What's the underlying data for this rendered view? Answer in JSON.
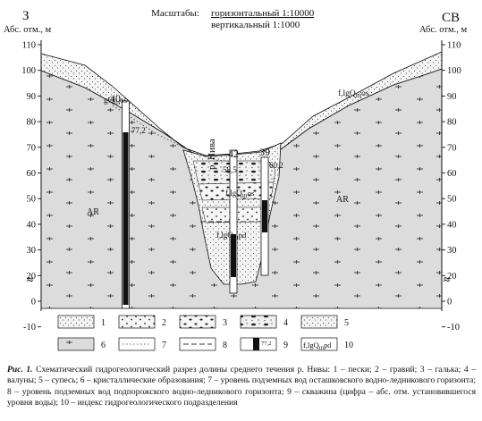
{
  "figure": {
    "scale": {
      "label": "Масштабы:",
      "horizontal": "горизонтальный 1:10000",
      "vertical": "вертикальный 1:1000"
    },
    "left_dir": "З",
    "right_dir": "СВ",
    "axis_title_left": "Абс. отм., м",
    "axis_title_right": "Абс. отм., м",
    "axis_ticks": [
      "110",
      "100",
      "90",
      "80",
      "70",
      "60",
      "50",
      "40",
      "30",
      "20",
      "0",
      "-10"
    ],
    "break_mark": "≈",
    "river": "р. Нива",
    "wells": [
      {
        "id": "40",
        "level": "77,2"
      },
      {
        "id": "42",
        "level": "58,5"
      },
      {
        "id": "39",
        "level": "60,2"
      }
    ],
    "indices": {
      "os_left_a": "gQ",
      "os_left_b": "III",
      "os_left_c": "os",
      "os_right_a": "f,lgQ",
      "os_right_b": "III",
      "os_right_c": "os",
      "os_center_a": "f,lgQ",
      "os_center_b": "III",
      "os_center_c": "os",
      "pd_a": "f,lgQ",
      "pd_b": "III",
      "pd_c": "pd",
      "bedrock_left": "AR",
      "bedrock_right": "AR"
    },
    "legend": {
      "items": [
        "1",
        "2",
        "3",
        "4",
        "5",
        "6",
        "7",
        "8",
        "9",
        "10"
      ],
      "sample_level": "77,2",
      "index_sample": "f,lgQ",
      "index_sample_sub": "III",
      "index_sample_tail": "pd"
    },
    "colors": {
      "ink": "#111111",
      "bedrock": "#dcdcdc",
      "sediment": "#f3f3f3",
      "well": "#111111"
    }
  },
  "caption": {
    "lead": "Рис. 1.",
    "text": "Схематический гидрогеологический разрез долины среднего течения р. Нивы: 1 – пески; 2 – гравий; 3 – галька; 4 – валуны; 5 – супесь; 6 – кристаллические образования; 7 – уровень подземных вод осташковского водно-ледникового горизонта; 8 – уровень подземных вод подпорожского водно-ледникового горизонта; 9 – скважина (цифра – абс. отм. установившегося уровня воды); 10 – индекс гидрогеологического подразделения"
  }
}
